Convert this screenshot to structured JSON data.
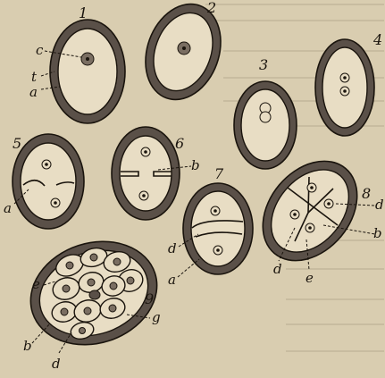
{
  "figures": [
    {
      "number": "1",
      "labels": [
        "c",
        "t",
        "a"
      ]
    },
    {
      "number": "2",
      "labels": []
    },
    {
      "number": "3",
      "labels": []
    },
    {
      "number": "4",
      "labels": []
    },
    {
      "number": "5",
      "labels": [
        "a"
      ]
    },
    {
      "number": "6",
      "labels": [
        "b"
      ]
    },
    {
      "number": "7",
      "labels": [
        "d",
        "a"
      ]
    },
    {
      "number": "8",
      "labels": [
        "d",
        "b",
        "d",
        "e"
      ]
    },
    {
      "number": "9",
      "labels": [
        "e",
        "g",
        "b",
        "d"
      ]
    }
  ],
  "colors": {
    "paper": "#d9cdb0",
    "ink": "#1a140d",
    "wall_fill": "#5a5048",
    "cell_fill": "#e8ddc4"
  }
}
